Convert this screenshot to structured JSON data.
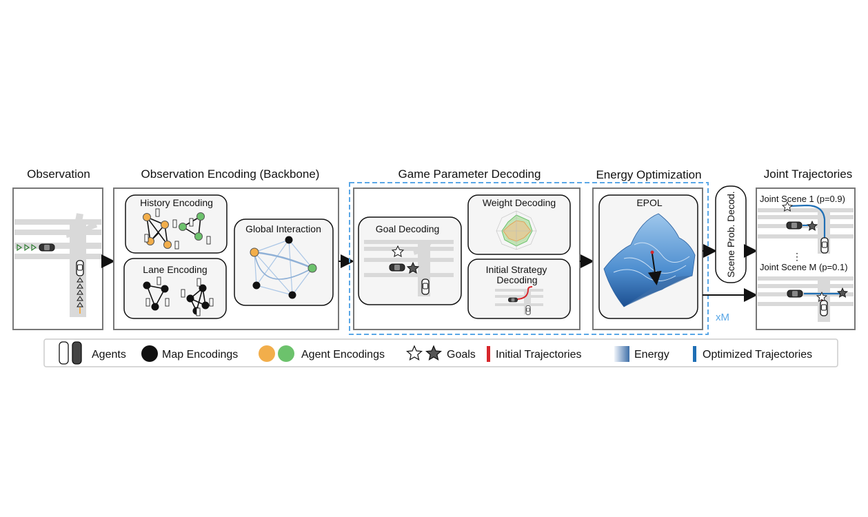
{
  "stages": {
    "observation": "Observation",
    "encoding": "Observation Encoding (Backbone)",
    "decoding": "Game Parameter Decoding",
    "energy": "Energy Optimization",
    "joint": "Joint Trajectories"
  },
  "encoding": {
    "history": "History Encoding",
    "lane": "Lane Encoding",
    "global": "Global Interaction"
  },
  "decoding": {
    "goal": "Goal Decoding",
    "weight": "Weight Decoding",
    "initial_line1": "Initial Strategy",
    "initial_line2": "Decoding"
  },
  "energy": {
    "epol": "EPOL"
  },
  "scene_prob": "Scene Prob. Decod.",
  "repeat": "xM",
  "joint": {
    "scene1": "Joint Scene 1 (p=0.9)",
    "ellipsis": "⋮",
    "sceneM": "Joint Scene M (p=0.1)"
  },
  "legend": {
    "agents": "Agents",
    "map": "Map Encodings",
    "agent_enc": "Agent Encodings",
    "goals": "Goals",
    "initial": "Initial Trajectories",
    "energy": "Energy",
    "optimized": "Optimized Trajectories"
  },
  "colors": {
    "orange": "#f2ae4b",
    "green": "#6cc26c",
    "blue_dash": "#5aa7e6",
    "red": "#d7262b",
    "traj_blue": "#1f6fb5",
    "road": "#d9d9d9"
  }
}
